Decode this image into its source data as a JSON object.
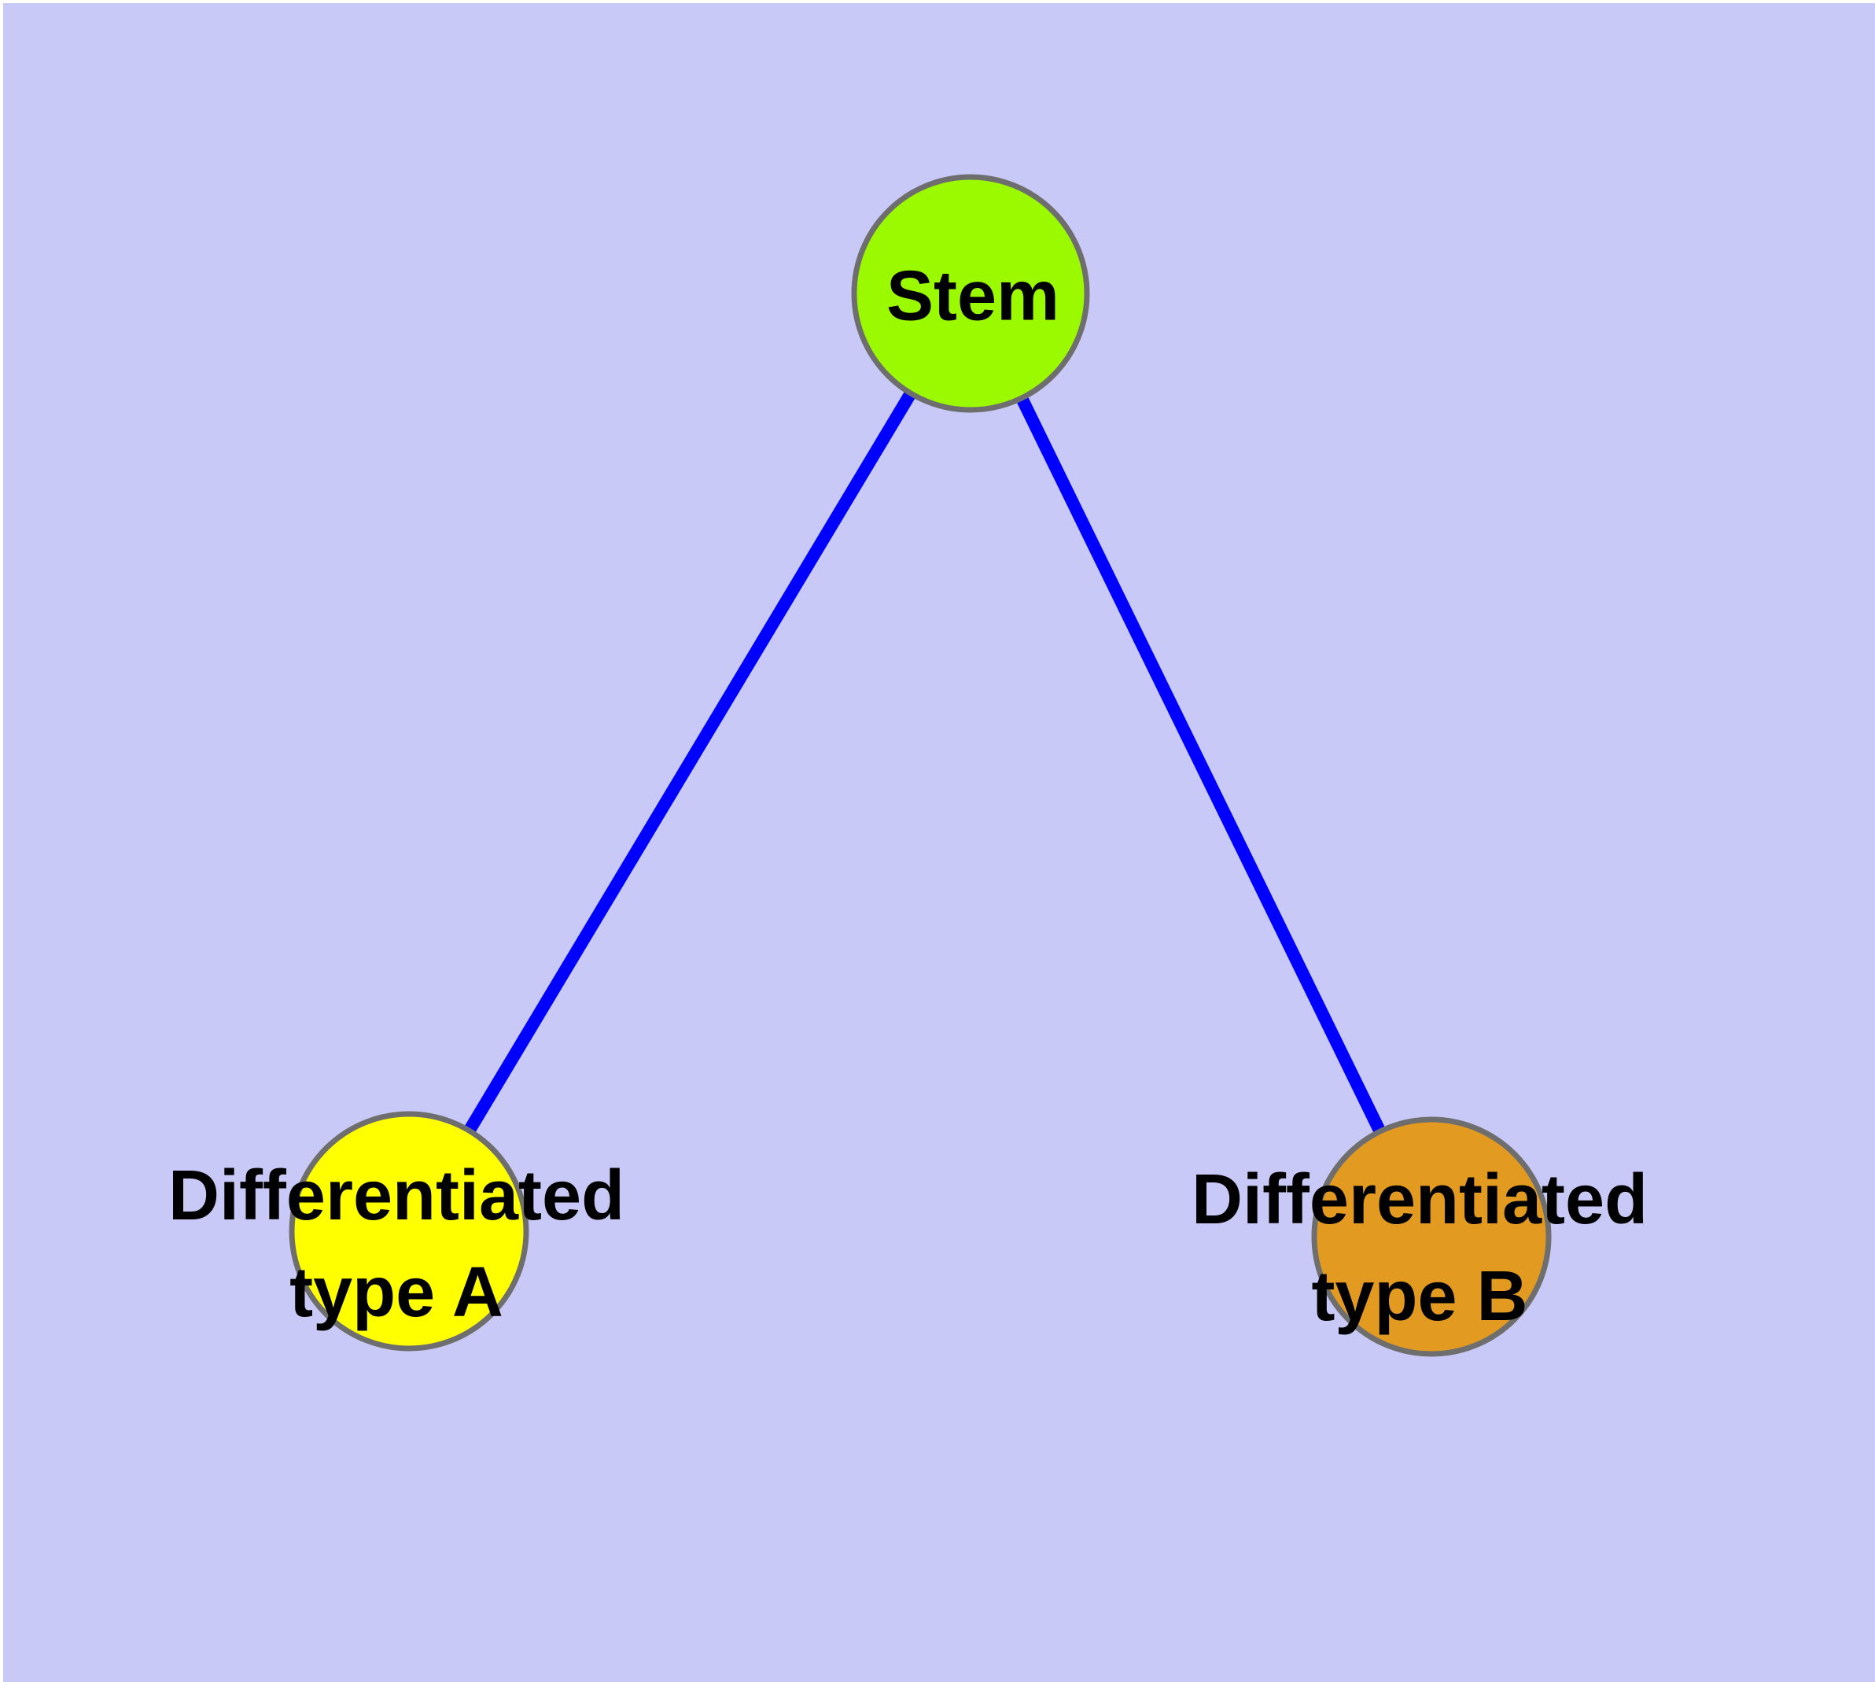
{
  "graph": {
    "background_color": "#c9c9f7",
    "edge_color": "#0000ff",
    "node_border_color": "#6e6e6e",
    "label_color": "#000000",
    "nodes": [
      {
        "id": "stem",
        "label": "Stem",
        "color": "#9bf900"
      },
      {
        "id": "type-a",
        "label_line1": "Differentiated",
        "label_line2": "type A",
        "color": "#ffff00"
      },
      {
        "id": "type-b",
        "label_line1": "Differentiated",
        "label_line2": "type B",
        "color": "#e39a21"
      }
    ],
    "edges": [
      {
        "from": "stem",
        "to": "type-a"
      },
      {
        "from": "stem",
        "to": "type-b"
      }
    ]
  }
}
